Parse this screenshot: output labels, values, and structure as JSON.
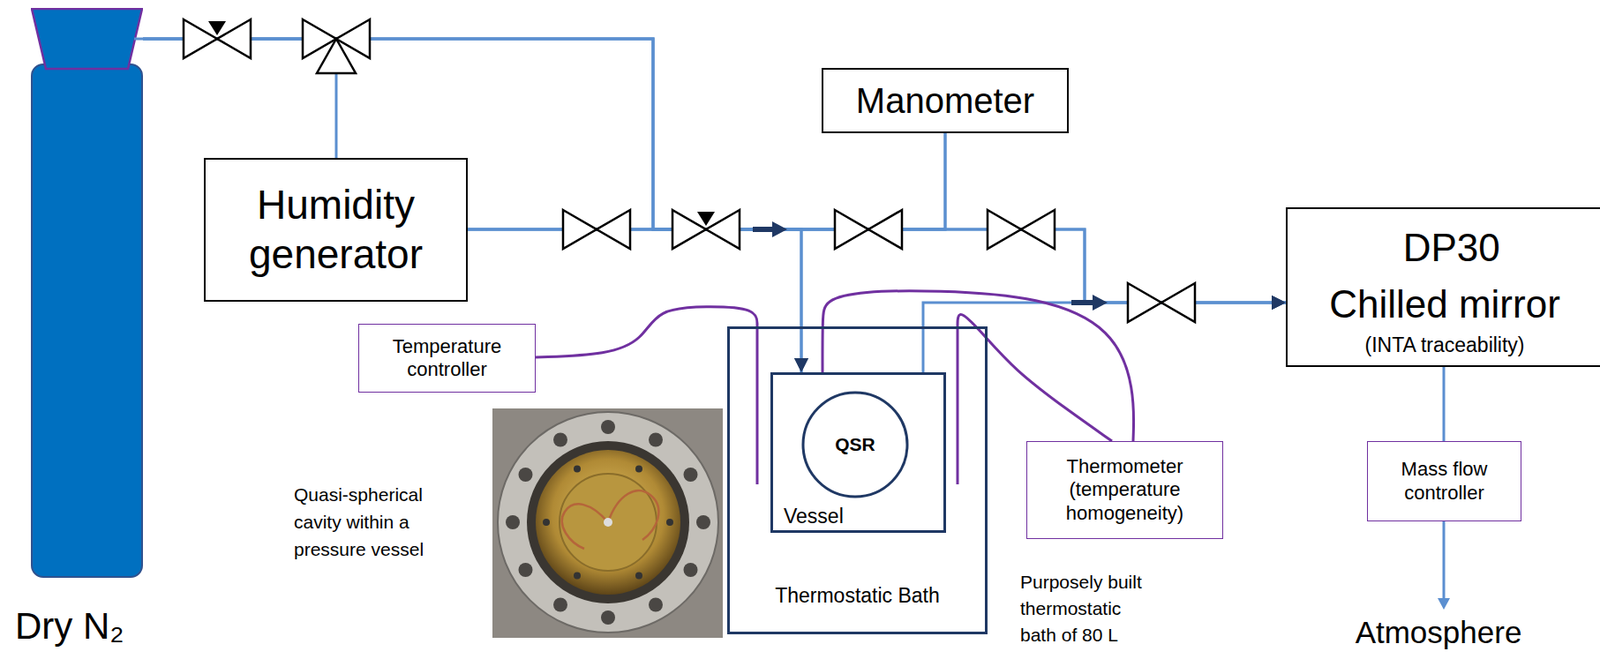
{
  "diagram": {
    "nodes": [
      {
        "text": [
          "Dry N₂"
        ]
      },
      {
        "text": [
          "Humidity generator"
        ]
      },
      {
        "text": [
          "Manometer"
        ]
      },
      {
        "text": [
          "Thermostatic Bath"
        ]
      },
      {
        "text": [
          "Vessel"
        ],
        "in": 3
      },
      {
        "text": [
          "QSR"
        ],
        "in": 4
      },
      {
        "text": [
          "DP30 Chilled mirror",
          "(INTA traceability)"
        ]
      },
      {
        "text": [
          "Temperature controller"
        ]
      },
      {
        "text": [
          "Thermometer (temperature homogeneity)"
        ]
      },
      {
        "text": [
          "Mass flow controller"
        ]
      }
    ],
    "edges": [
      {
        "from": 0,
        "to": 1,
        "arrow": "none"
      },
      {
        "from": 0,
        "to": 4,
        "arrow": "to"
      },
      {
        "from": 1,
        "to": 4,
        "arrow": "to"
      },
      {
        "from": 0,
        "to": 2,
        "arrow": "none"
      },
      {
        "from": 1,
        "to": 2,
        "arrow": "none"
      },
      {
        "from": 0,
        "to": 6,
        "arrow": "to"
      },
      {
        "from": 1,
        "to": 6,
        "arrow": "to"
      },
      {
        "from": 4,
        "to": 6,
        "arrow": "to"
      },
      {
        "from": 6,
        "to": 9,
        "arrow": "none"
      },
      {
        "from": 7,
        "to": 3,
        "arrow": "none"
      },
      {
        "from": 8,
        "to": 4,
        "arrow": "none"
      },
      {
        "from": 8,
        "to": 3,
        "arrow": "none"
      }
    ],
    "labels": [
      "Quasi-spherical cavity within a pressure vessel",
      "Purposely built thermostatic bath of 80 L",
      "Atmosphere"
    ]
  }
}
